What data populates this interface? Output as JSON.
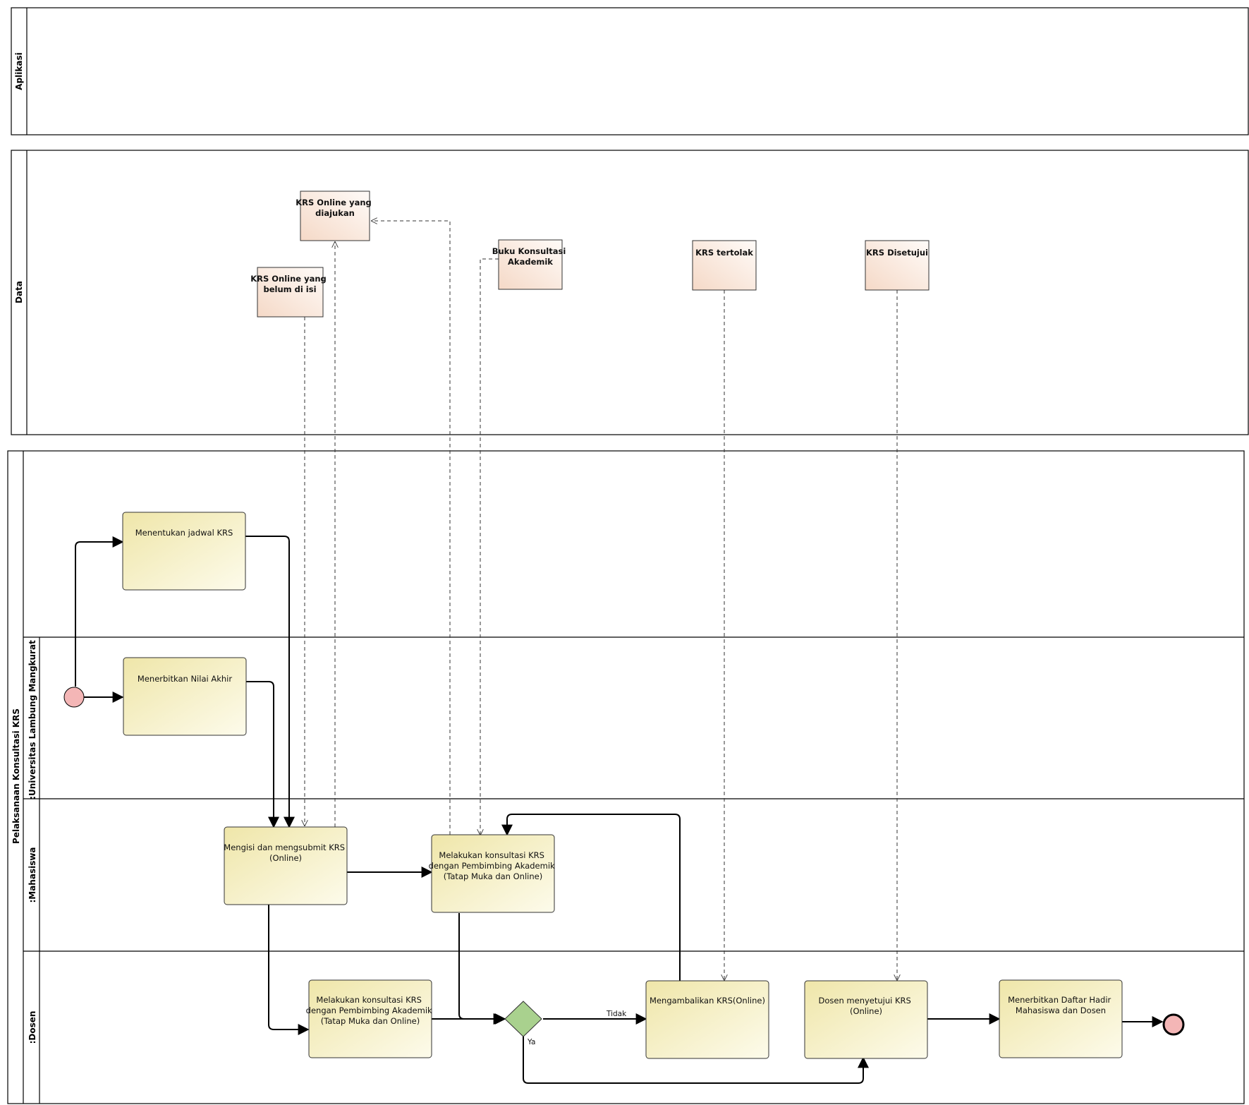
{
  "pools": {
    "aplikasi": "Aplikasi",
    "data": "Data",
    "main": "Pelaksanaan Konsultasi KRS"
  },
  "lanes": {
    "universitas": ":Universitas Lambung Mangkurat",
    "mahasiswa": ":Mahasiswa",
    "dosen": ":Dosen"
  },
  "data_objects": {
    "krs_belum": [
      "KRS Online yang",
      "belum di isi"
    ],
    "krs_diajukan": [
      "KRS Online yang",
      "diajukan"
    ],
    "buku_konsultasi": [
      "Buku Konsultasi",
      "Akademik"
    ],
    "krs_tertolak": [
      "KRS tertolak"
    ],
    "krs_disetujui": [
      "KRS Disetujui"
    ]
  },
  "tasks": {
    "jadwal": [
      "Menentukan jadwal KRS"
    ],
    "nilai": [
      "Menerbitkan Nilai Akhir"
    ],
    "isi_krs": [
      "Mengisi dan mengsubmit KRS",
      "(Online)"
    ],
    "konsul_mhs": [
      "Melakukan konsultasi KRS",
      "dengan Pembimbing Akademik",
      "(Tatap Muka dan Online)"
    ],
    "konsul_dosen": [
      "Melakukan konsultasi KRS",
      "dengan Pembimbing Akademik",
      "(Tatap Muka dan Online)"
    ],
    "kembalikan": [
      "Mengambalikan KRS(Online)"
    ],
    "setuju": [
      "Dosen menyetujui KRS",
      "(Online)"
    ],
    "daftar_hadir": [
      "Menerbitkan Daftar Hadir",
      "Mahasiswa dan Dosen"
    ]
  },
  "gateway_labels": {
    "tidak": "Tidak",
    "ya": "Ya"
  },
  "colors": {
    "task_fill_start": "#f1eab8",
    "task_fill_end": "#fdfbe9",
    "data_fill_start": "#f7e0d3",
    "data_fill_end": "#fffaf7",
    "gateway": "#a8d08d",
    "event": "#f4b6b6"
  }
}
